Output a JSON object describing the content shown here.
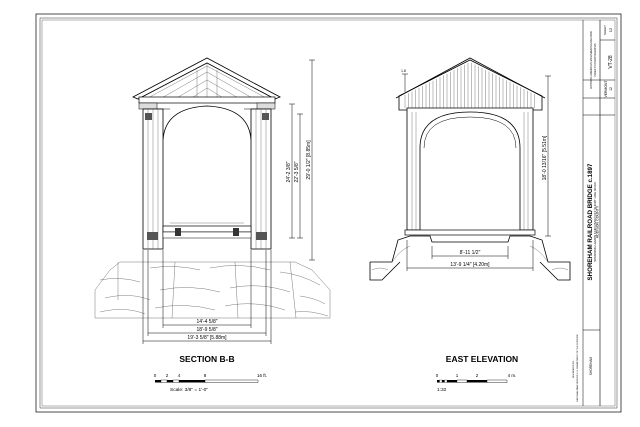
{
  "section": {
    "title": "SECTION B-B",
    "dims": {
      "width_inner": "14'-4 5/8\"",
      "width_mid": "18'-9 5/8\"",
      "width_outer": "19'-3 5/8\" [5.88m]",
      "height_a": "24'-2 3/8\"",
      "height_b": "22'-3 5/8\"",
      "height_c": "29'-0 1/2\" [8.85m]"
    },
    "scale": {
      "ticks": [
        "0",
        "2",
        "4",
        "8",
        "16 ft."
      ],
      "caption": "Scale: 3/8\" = 1'-0\""
    }
  },
  "elevation": {
    "title": "EAST ELEVATION",
    "dims": {
      "height": "18'-0 13/16\" [5.51m]",
      "opening": "8'-11 1/2\"",
      "deck": "13'-9 1/4\" [4.20m]",
      "marker": "1.8"
    },
    "scale": {
      "ticks": [
        "0",
        "1",
        "2",
        "4 m."
      ],
      "caption": "1:32"
    }
  },
  "title_block": {
    "main_title": "SHOREHAM RAILROAD BRIDGE c.1897",
    "subtitle": "SPANNING LEMON FAIR RIVER OFF SHORT LINE ROAD",
    "county": "ADDISON COUNTY",
    "location": "SHOREHAM",
    "sheet_number": "12",
    "sheet_total": "12",
    "sheet_label": "SHEET",
    "survey_number": "VT-28",
    "vermont_label": "VERMONT",
    "hist_label": "HISTORIC AMERICAN ENGINEERING RECORD",
    "index_label": "INDEX TO PHOTOGRAPHS",
    "delineator": "DELINEATED BY: ...",
    "agency": "NATIONAL PARK SERVICE  U.S. DEPARTMENT OF THE INTERIOR"
  }
}
